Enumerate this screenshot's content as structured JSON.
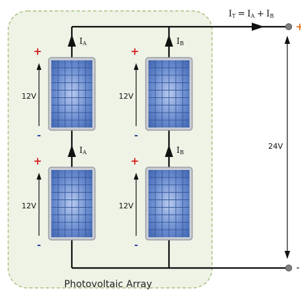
{
  "array_label": "Photovoltaic Array",
  "total_current_label": "IT = IA + IB",
  "total_current": {
    "symbol": "I",
    "sub1": "T",
    "equals": "=",
    "term1": "I",
    "sub_a": "A",
    "plus": "+",
    "term2": "I",
    "sub_b": "B"
  },
  "output_voltage": "24V",
  "output_terminals": {
    "positive": "+",
    "negative": "-"
  },
  "strings": [
    {
      "current_label": {
        "symbol": "I",
        "sub": "A"
      },
      "panels": [
        {
          "voltage": "12V",
          "plus": "+",
          "minus": "-"
        },
        {
          "voltage": "12V",
          "plus": "+",
          "minus": "-"
        }
      ]
    },
    {
      "current_label": {
        "symbol": "I",
        "sub": "B"
      },
      "panels": [
        {
          "voltage": "12V",
          "plus": "+",
          "minus": "-"
        },
        {
          "voltage": "12V",
          "plus": "+",
          "minus": "-"
        }
      ]
    }
  ],
  "colors": {
    "array_background": "#eef3e6",
    "array_border": "#a9c080",
    "panel_cell": "#5a7fc2",
    "panel_cell_light": "#8fa9dd",
    "panel_frame": "#b8bcc4",
    "wire": "#111111",
    "plus_sign": "#d42020",
    "minus_sign": "#2a4a9a",
    "terminal": "#7f7f7f"
  }
}
